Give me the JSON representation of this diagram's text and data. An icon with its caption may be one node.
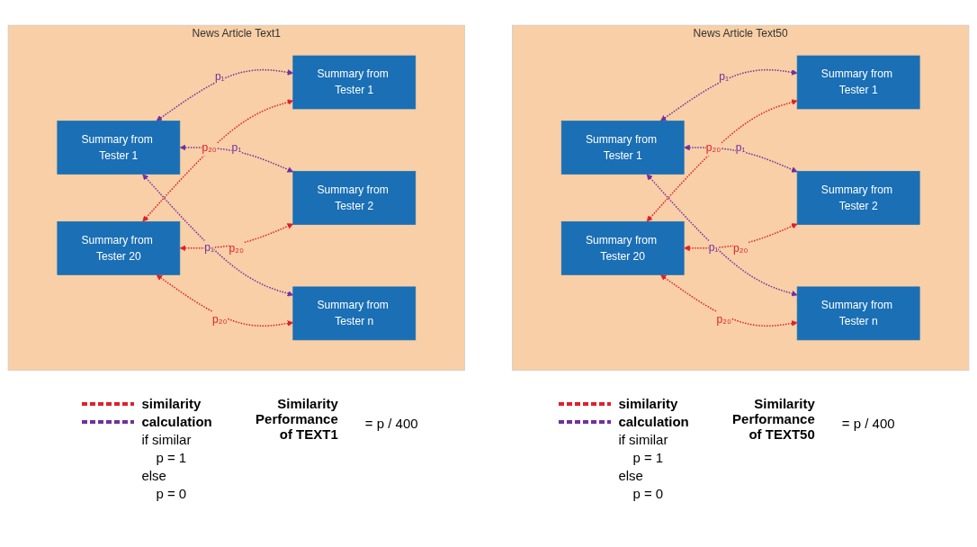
{
  "diagram": {
    "nodes": [
      {
        "text": [
          "News Article Text1"
        ]
      },
      {
        "text": [
          "Summary from Tester 1"
        ],
        "in": 0
      },
      {
        "text": [
          "Summary from Tester 1"
        ],
        "in": 0
      },
      {
        "text": [
          "Summary from Tester 2"
        ],
        "in": 0
      },
      {
        "text": [
          "Summary from Tester 20"
        ],
        "in": 0
      },
      {
        "text": [
          "Summary from Tester n"
        ],
        "in": 0
      },
      {
        "text": [
          "News Article Text50"
        ]
      },
      {
        "text": [
          "Summary from Tester 1"
        ],
        "in": 6
      },
      {
        "text": [
          "Summary from Tester 1"
        ],
        "in": 6
      },
      {
        "text": [
          "Summary from Tester 2"
        ],
        "in": 6
      },
      {
        "text": [
          "Summary from Tester 20"
        ],
        "in": 6
      },
      {
        "text": [
          "Summary from Tester n"
        ],
        "in": 6
      }
    ],
    "edges": [
      {
        "from": 1,
        "to": 2,
        "arrow": "both",
        "label": "p₁",
        "style": "dashed",
        "color": "#7030a0"
      },
      {
        "from": 1,
        "to": 3,
        "arrow": "both",
        "label": "p₁",
        "style": "dashed",
        "color": "#7030a0"
      },
      {
        "from": 1,
        "to": 5,
        "arrow": "both",
        "label": "p₁",
        "style": "dashed",
        "color": "#7030a0"
      },
      {
        "from": 4,
        "to": 2,
        "arrow": "both",
        "label": "p₂₀",
        "style": "dashed",
        "color": "#e0202a"
      },
      {
        "from": 4,
        "to": 3,
        "arrow": "both",
        "label": "p₂₀",
        "style": "dashed",
        "color": "#e0202a"
      },
      {
        "from": 4,
        "to": 5,
        "arrow": "both",
        "label": "p₂₀",
        "style": "dashed",
        "color": "#e0202a"
      },
      {
        "from": 7,
        "to": 8,
        "arrow": "both",
        "label": "p₁",
        "style": "dashed",
        "color": "#7030a0"
      },
      {
        "from": 7,
        "to": 9,
        "arrow": "both",
        "label": "p₁",
        "style": "dashed",
        "color": "#7030a0"
      },
      {
        "from": 7,
        "to": 11,
        "arrow": "both",
        "label": "p₁",
        "style": "dashed",
        "color": "#7030a0"
      },
      {
        "from": 10,
        "to": 8,
        "arrow": "both",
        "label": "p₂₀",
        "style": "dashed",
        "color": "#e0202a"
      },
      {
        "from": 10,
        "to": 9,
        "arrow": "both",
        "label": "p₂₀",
        "style": "dashed",
        "color": "#e0202a"
      },
      {
        "from": 10,
        "to": 11,
        "arrow": "both",
        "label": "p₂₀",
        "style": "dashed",
        "color": "#e0202a"
      }
    ],
    "labels": [
      "if similar",
      "p = 1",
      "else",
      "p = 0",
      "Similarity Performance of TEXT1",
      "= p / 400",
      "if similar",
      "p = 1",
      "else",
      "p = 0",
      "Similarity Performance of TEXT50",
      "= p / 400"
    ],
    "legend": [
      {
        "text": "similarity"
      },
      {
        "text": "calculation"
      },
      {
        "text": "similarity"
      },
      {
        "text": "calculation"
      }
    ]
  }
}
